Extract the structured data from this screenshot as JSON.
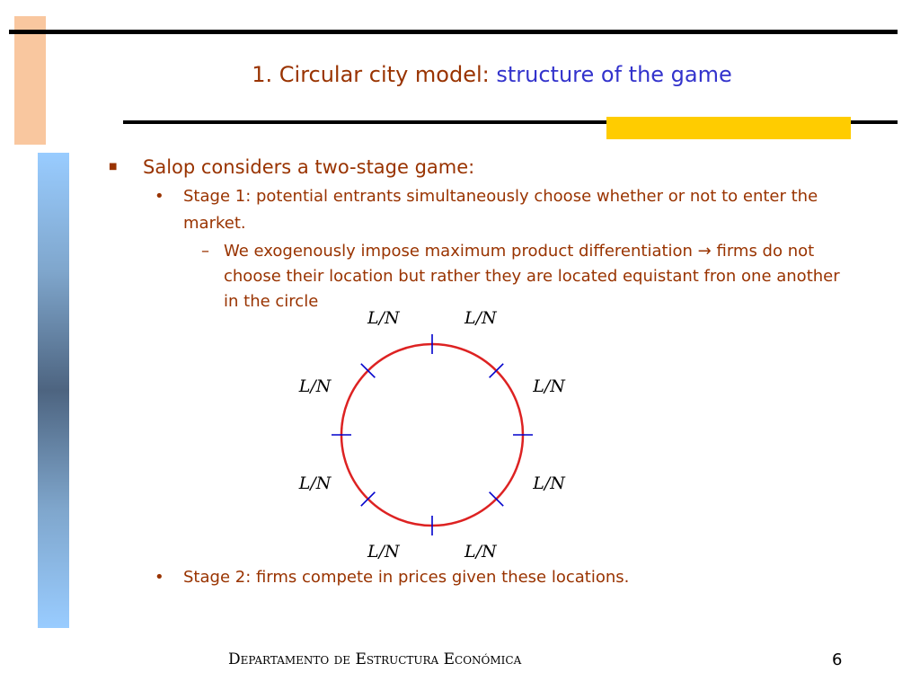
{
  "title": {
    "main": "1. Circular city model: ",
    "accent": "structure of the game"
  },
  "content": {
    "level1": "Salop considers a two-stage game:",
    "stage1": "Stage 1: potential entrants simultaneously choose whether or not to enter the market.",
    "note": "We exogenously impose maximum product differentiation → firms do not choose their location but rather they are located equistant fron one another in the circle",
    "stage2": "Stage  2: firms compete in prices given these locations."
  },
  "diagram": {
    "segment_label": "L/N",
    "segment_count": 8,
    "circle_color": "#dd2222",
    "tick_color": "#0000cc"
  },
  "footer": {
    "department": "Departamento de Estructura Económica",
    "page_number": "6"
  },
  "colors": {
    "text": "#993300",
    "accent": "#3333cc"
  }
}
